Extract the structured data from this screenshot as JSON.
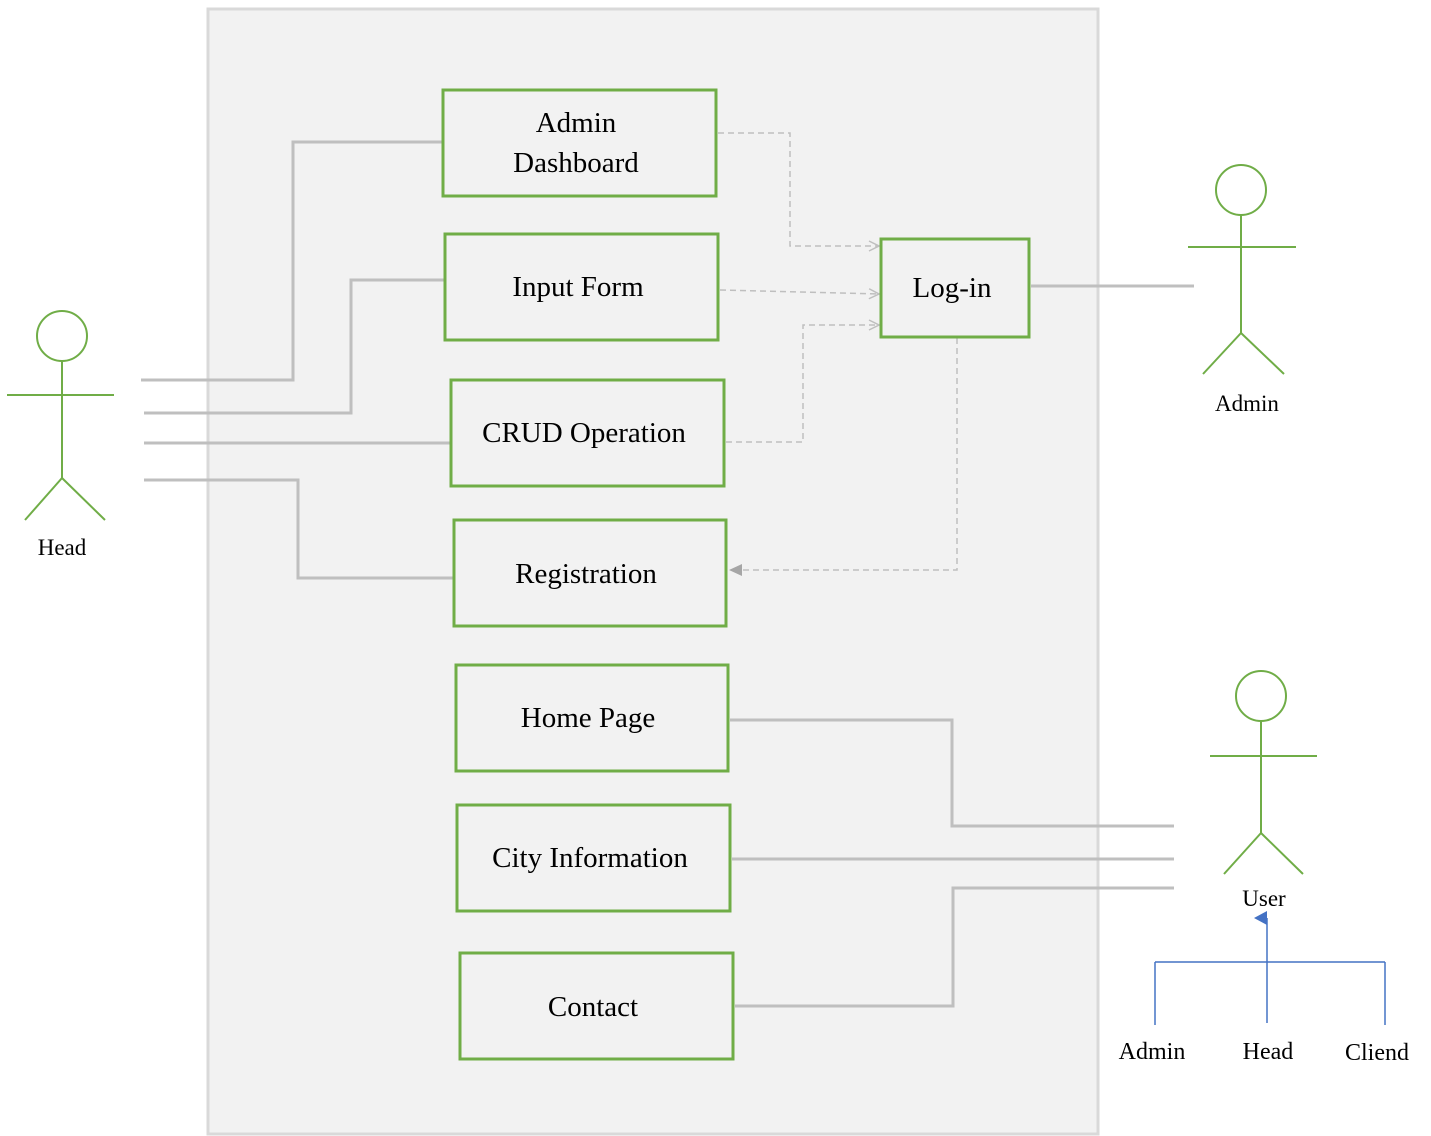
{
  "use_cases": {
    "admin_dashboard": {
      "lines": [
        "Admin",
        "Dashboard"
      ]
    },
    "input_form": {
      "lines": [
        "Input Form"
      ]
    },
    "crud_operation": {
      "lines": [
        "CRUD Operation"
      ]
    },
    "registration": {
      "lines": [
        "Registration"
      ]
    },
    "login": {
      "lines": [
        "Log-in"
      ]
    },
    "home_page": {
      "lines": [
        "Home Page"
      ]
    },
    "city_information": {
      "lines": [
        "City Information"
      ]
    },
    "contact": {
      "lines": [
        "Contact"
      ]
    }
  },
  "actors": {
    "head": {
      "label": "Head"
    },
    "admin": {
      "label": "Admin"
    },
    "user": {
      "label": "User"
    }
  },
  "user_specializations": [
    "Admin",
    "Head",
    "Cliend"
  ],
  "colors": {
    "box_border": "#70ad47",
    "actor": "#70ad47",
    "association": "#bfbfbf",
    "dependency": "#bfbfbf",
    "generalization": "#4472c4",
    "system_fill": "#f2f2f2",
    "system_border": "#d9d9d9"
  }
}
